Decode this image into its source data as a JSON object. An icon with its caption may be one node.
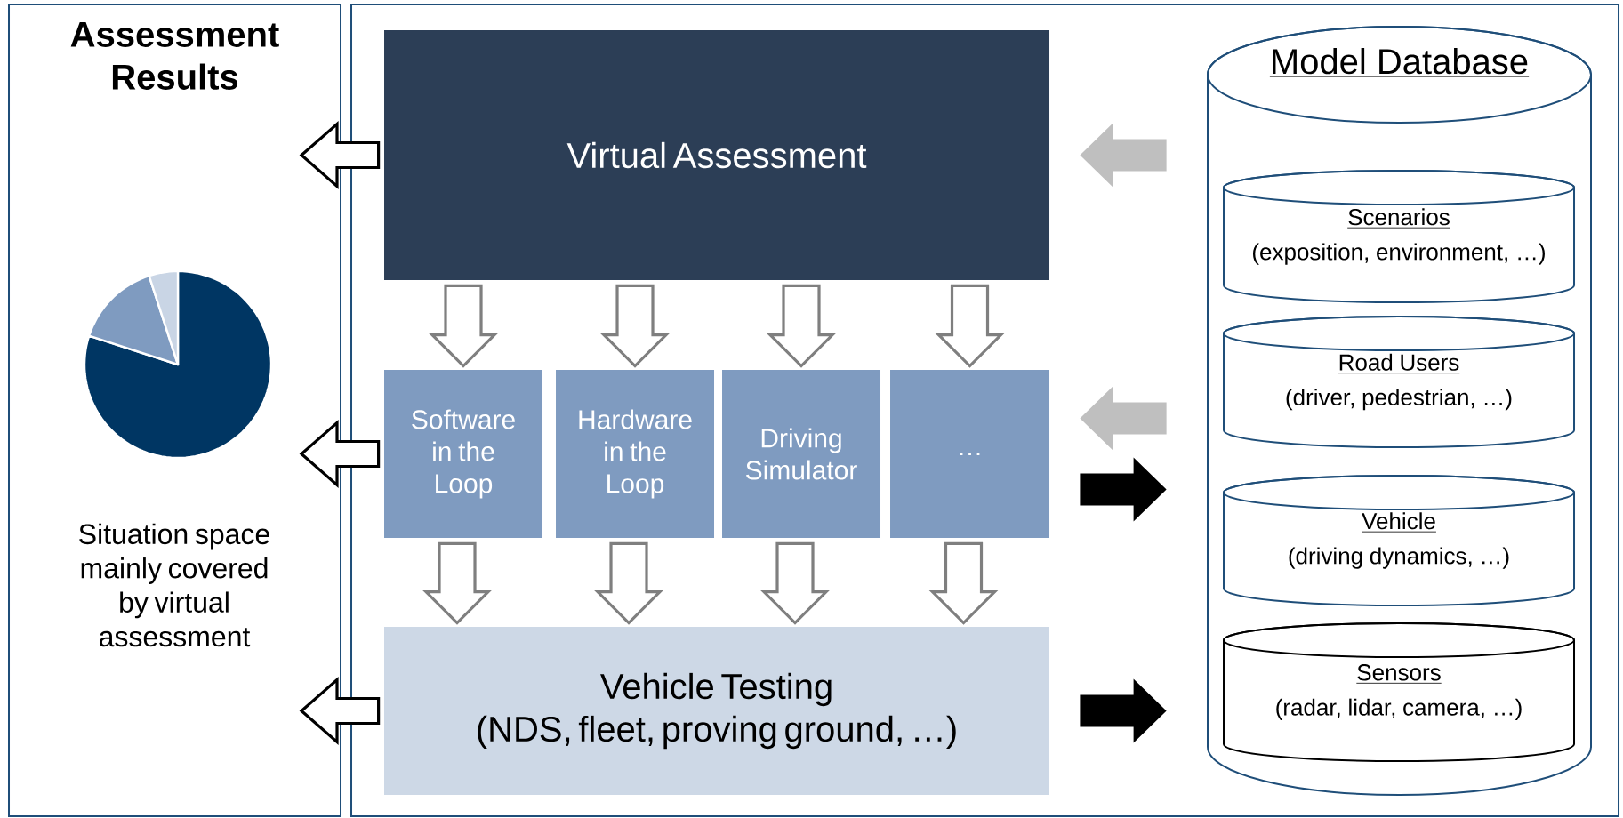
{
  "diagram": {
    "nodes": [
      {
        "text": [
          "Assessment Results"
        ]
      },
      {
        "text": [],
        "shape": "box"
      },
      {
        "text": [
          "Virtual Assessment"
        ],
        "in": 1
      },
      {
        "text": [
          "Software in the Loop"
        ],
        "in": 1
      },
      {
        "text": [
          "Hardware in the Loop"
        ],
        "in": 1
      },
      {
        "text": [
          "Driving Simulator"
        ],
        "in": 1
      },
      {
        "text": [
          "…"
        ],
        "in": 1
      },
      {
        "text": [
          "Vehicle Testing",
          "(NDS, fleet, proving ground, …)"
        ],
        "in": 1
      },
      {
        "text": [
          "Model Database"
        ],
        "in": 1
      },
      {
        "text": [
          "Scenarios",
          "(exposition, environment, …)"
        ],
        "in": 8
      },
      {
        "text": [
          "Road Users",
          "(driver, pedestrian, …)"
        ],
        "in": 8
      },
      {
        "text": [
          "Vehicle",
          "(driving dynamics, …)"
        ],
        "in": 8
      },
      {
        "text": [
          "Sensors",
          "(radar, lidar, camera, …)"
        ],
        "in": 8
      }
    ],
    "edges": [
      {
        "from": 2,
        "to": 0,
        "arrow": "to",
        "color": "#000000"
      },
      {
        "from": 3,
        "to": 0,
        "arrow": "to",
        "color": "#000000"
      },
      {
        "from": 7,
        "to": 0,
        "arrow": "to",
        "color": "#000000"
      },
      {
        "from": 2,
        "to": 3,
        "arrow": "to"
      },
      {
        "from": 2,
        "to": 4,
        "arrow": "to"
      },
      {
        "from": 2,
        "to": 5,
        "arrow": "to"
      },
      {
        "from": 2,
        "to": 6,
        "arrow": "to"
      },
      {
        "from": 3,
        "to": 7,
        "arrow": "to"
      },
      {
        "from": 4,
        "to": 7,
        "arrow": "to"
      },
      {
        "from": 5,
        "to": 7,
        "arrow": "to"
      },
      {
        "from": 6,
        "to": 7,
        "arrow": "to"
      },
      {
        "from": 8,
        "to": 2,
        "arrow": "to",
        "style": "thick",
        "color": "#bfbfbf"
      },
      {
        "from": 8,
        "to": 6,
        "arrow": "to",
        "style": "thick",
        "color": "#bfbfbf"
      },
      {
        "from": 6,
        "to": 8,
        "arrow": "to",
        "style": "thick",
        "color": "#000000"
      },
      {
        "from": 7,
        "to": 8,
        "arrow": "to",
        "style": "thick",
        "color": "#000000"
      }
    ],
    "labels": [
      "Situation space mainly covered by virtual assessment"
    ]
  }
}
